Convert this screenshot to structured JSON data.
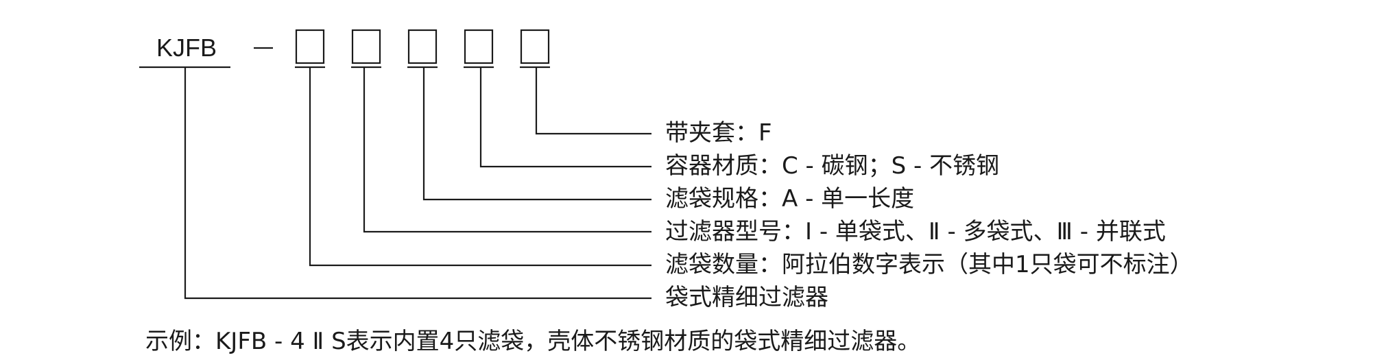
{
  "model_code": {
    "prefix": "KJFB",
    "separator": "—"
  },
  "legend": [
    {
      "id": "jacket",
      "text": "带夹套：F"
    },
    {
      "id": "material",
      "text": "容器材质：C - 碳钢；S - 不锈钢"
    },
    {
      "id": "bag-spec",
      "text": "滤袋规格：A - 单一长度"
    },
    {
      "id": "filter-type",
      "text": "过滤器型号：Ⅰ - 单袋式、Ⅱ - 多袋式、Ⅲ - 并联式"
    },
    {
      "id": "bag-count",
      "text": "滤袋数量：阿拉伯数字表示（其中1只袋可不标注）"
    },
    {
      "id": "product",
      "text": "袋式精细过滤器"
    }
  ],
  "example": "示例：KJFB - 4 Ⅱ S表示内置4只滤袋，壳体不锈钢材质的袋式精细过滤器。",
  "colors": {
    "ink": "#1a1a1a",
    "background": "#ffffff"
  }
}
